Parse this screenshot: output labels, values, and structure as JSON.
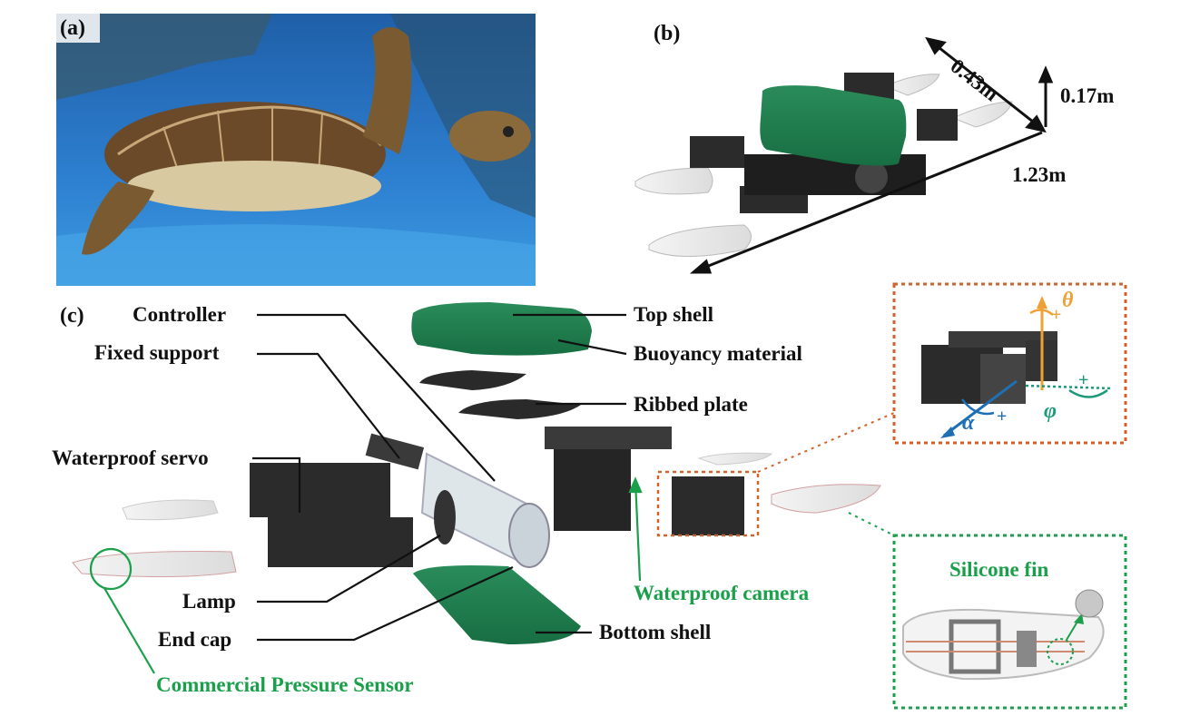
{
  "panels": {
    "a": "(a)",
    "b": "(b)",
    "c": "(c)"
  },
  "dimensions": {
    "width": "0.43m",
    "height": "0.17m",
    "length": "1.23m"
  },
  "labels": {
    "controller": "Controller",
    "fixed_support": "Fixed support",
    "waterproof_servo": "Waterproof servo",
    "lamp": "Lamp",
    "end_cap": "End cap",
    "commercial_pressure_sensor": "Commercial Pressure Sensor",
    "top_shell": "Top shell",
    "buoyancy_material": "Buoyancy material",
    "ribbed_plate": "Ribbed plate",
    "waterproof_camera": "Waterproof camera",
    "bottom_shell": "Bottom shell",
    "silicone_fin": "Silicone fin"
  },
  "joint_angles": {
    "theta": "θ",
    "alpha": "α",
    "phi": "φ",
    "plus": "+"
  },
  "colors": {
    "shell_green": "#1e7a4c",
    "label_green": "#1aa04a",
    "callout_orange": "#d2622a",
    "theta_orange": "#f0a035",
    "alpha_blue": "#1f6fb5",
    "phi_teal": "#1a9a7a"
  }
}
